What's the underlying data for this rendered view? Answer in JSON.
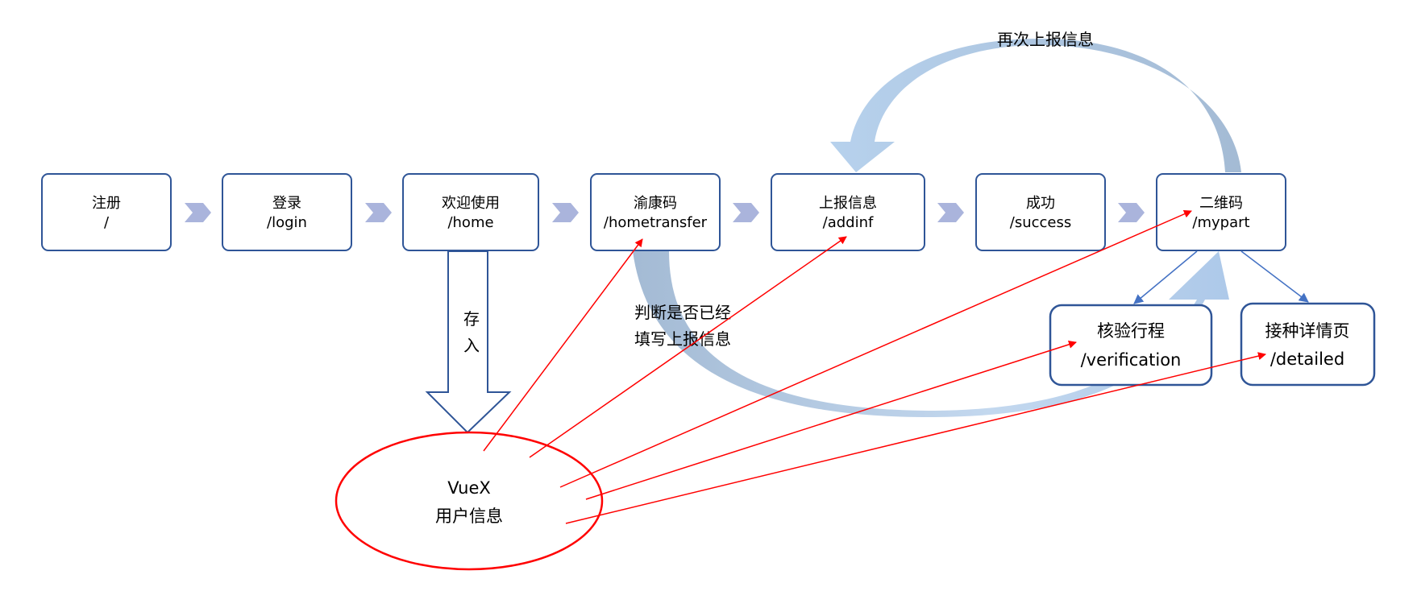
{
  "nodes": {
    "register": {
      "title": "注册",
      "route": "/"
    },
    "login": {
      "title": "登录",
      "route": "/login"
    },
    "home": {
      "title": "欢迎使用",
      "route": "/home"
    },
    "hometransfer": {
      "title": "渝康码",
      "route": "/hometransfer"
    },
    "addinf": {
      "title": "上报信息",
      "route": "/addinf"
    },
    "success": {
      "title": "成功",
      "route": "/success"
    },
    "mypart": {
      "title": "二维码",
      "route": "/mypart"
    },
    "verification": {
      "title": "核验行程",
      "route": "/verification"
    },
    "detailed": {
      "title": "接种详情页",
      "route": "/detailed"
    }
  },
  "store": {
    "title": "VueX",
    "subtitle": "用户信息"
  },
  "labels": {
    "store_arrow_line1": "存",
    "store_arrow_line2": "入",
    "reupload": "再次上报信息",
    "check_line1": "判断是否已经",
    "check_line2": "填写上报信息"
  },
  "colors": {
    "box_border": "#2f5597",
    "chevron": "#aab4dc",
    "curved_arrow": "#a9c4e4",
    "data_link": "#ff0000"
  }
}
